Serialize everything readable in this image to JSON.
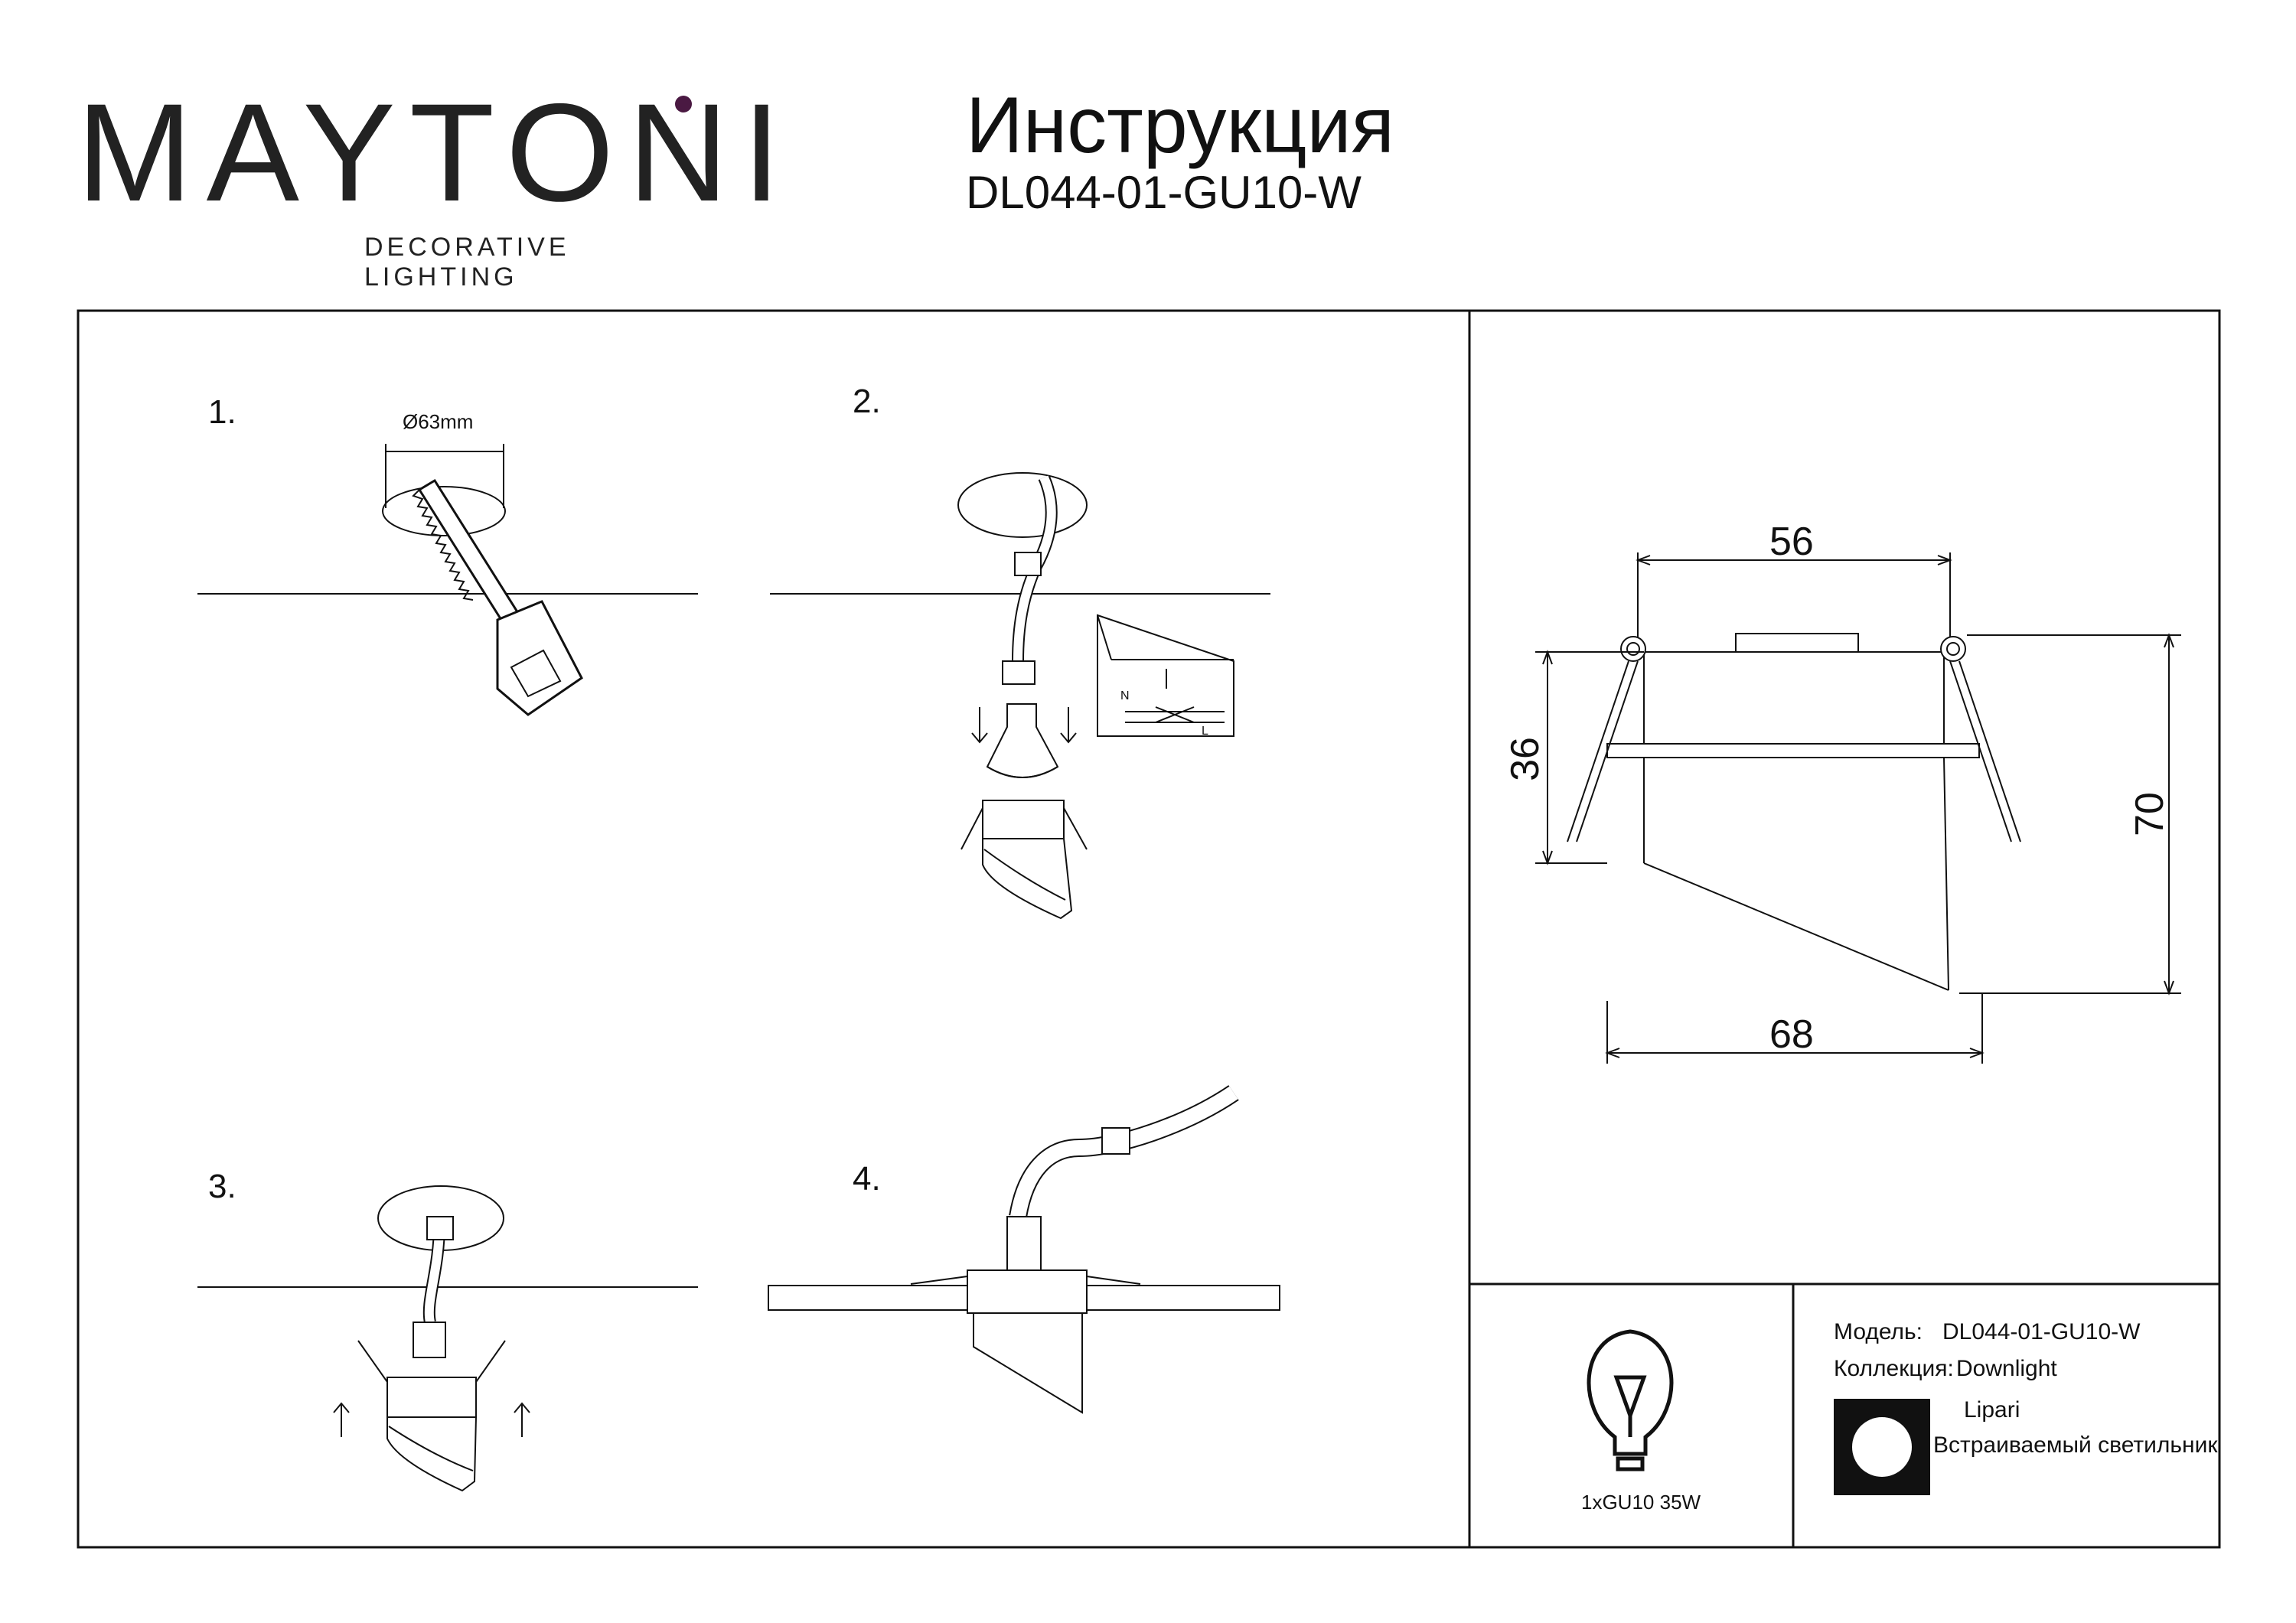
{
  "brand": {
    "name": "MAYTONI",
    "tagline": "DECORATIVE LIGHTING",
    "accent_color": "#4a1942"
  },
  "header": {
    "title": "Инструкция",
    "model_code": "DL044-01-GU10-W"
  },
  "steps": [
    {
      "number": "1.",
      "note": "Ø63mm"
    },
    {
      "number": "2.",
      "note": ""
    },
    {
      "number": "3.",
      "note": ""
    },
    {
      "number": "4.",
      "note": ""
    }
  ],
  "wiring_inset": {
    "label_n": "N",
    "label_l": "L"
  },
  "dimensions": {
    "top_width": "56",
    "height_body": "36",
    "height_total": "70",
    "bottom_width": "68"
  },
  "lamp": {
    "icon": "bulb-icon",
    "spec": "1xGU10 35W"
  },
  "spec_table": {
    "model_label": "Модель:",
    "model_value": "DL044-01-GU10-W",
    "collection_label": "Коллекция:",
    "collection_value": "Downlight",
    "series": "Lipari",
    "type": "Встраиваемый светильник",
    "color_icon": "color-swatch-icon"
  }
}
